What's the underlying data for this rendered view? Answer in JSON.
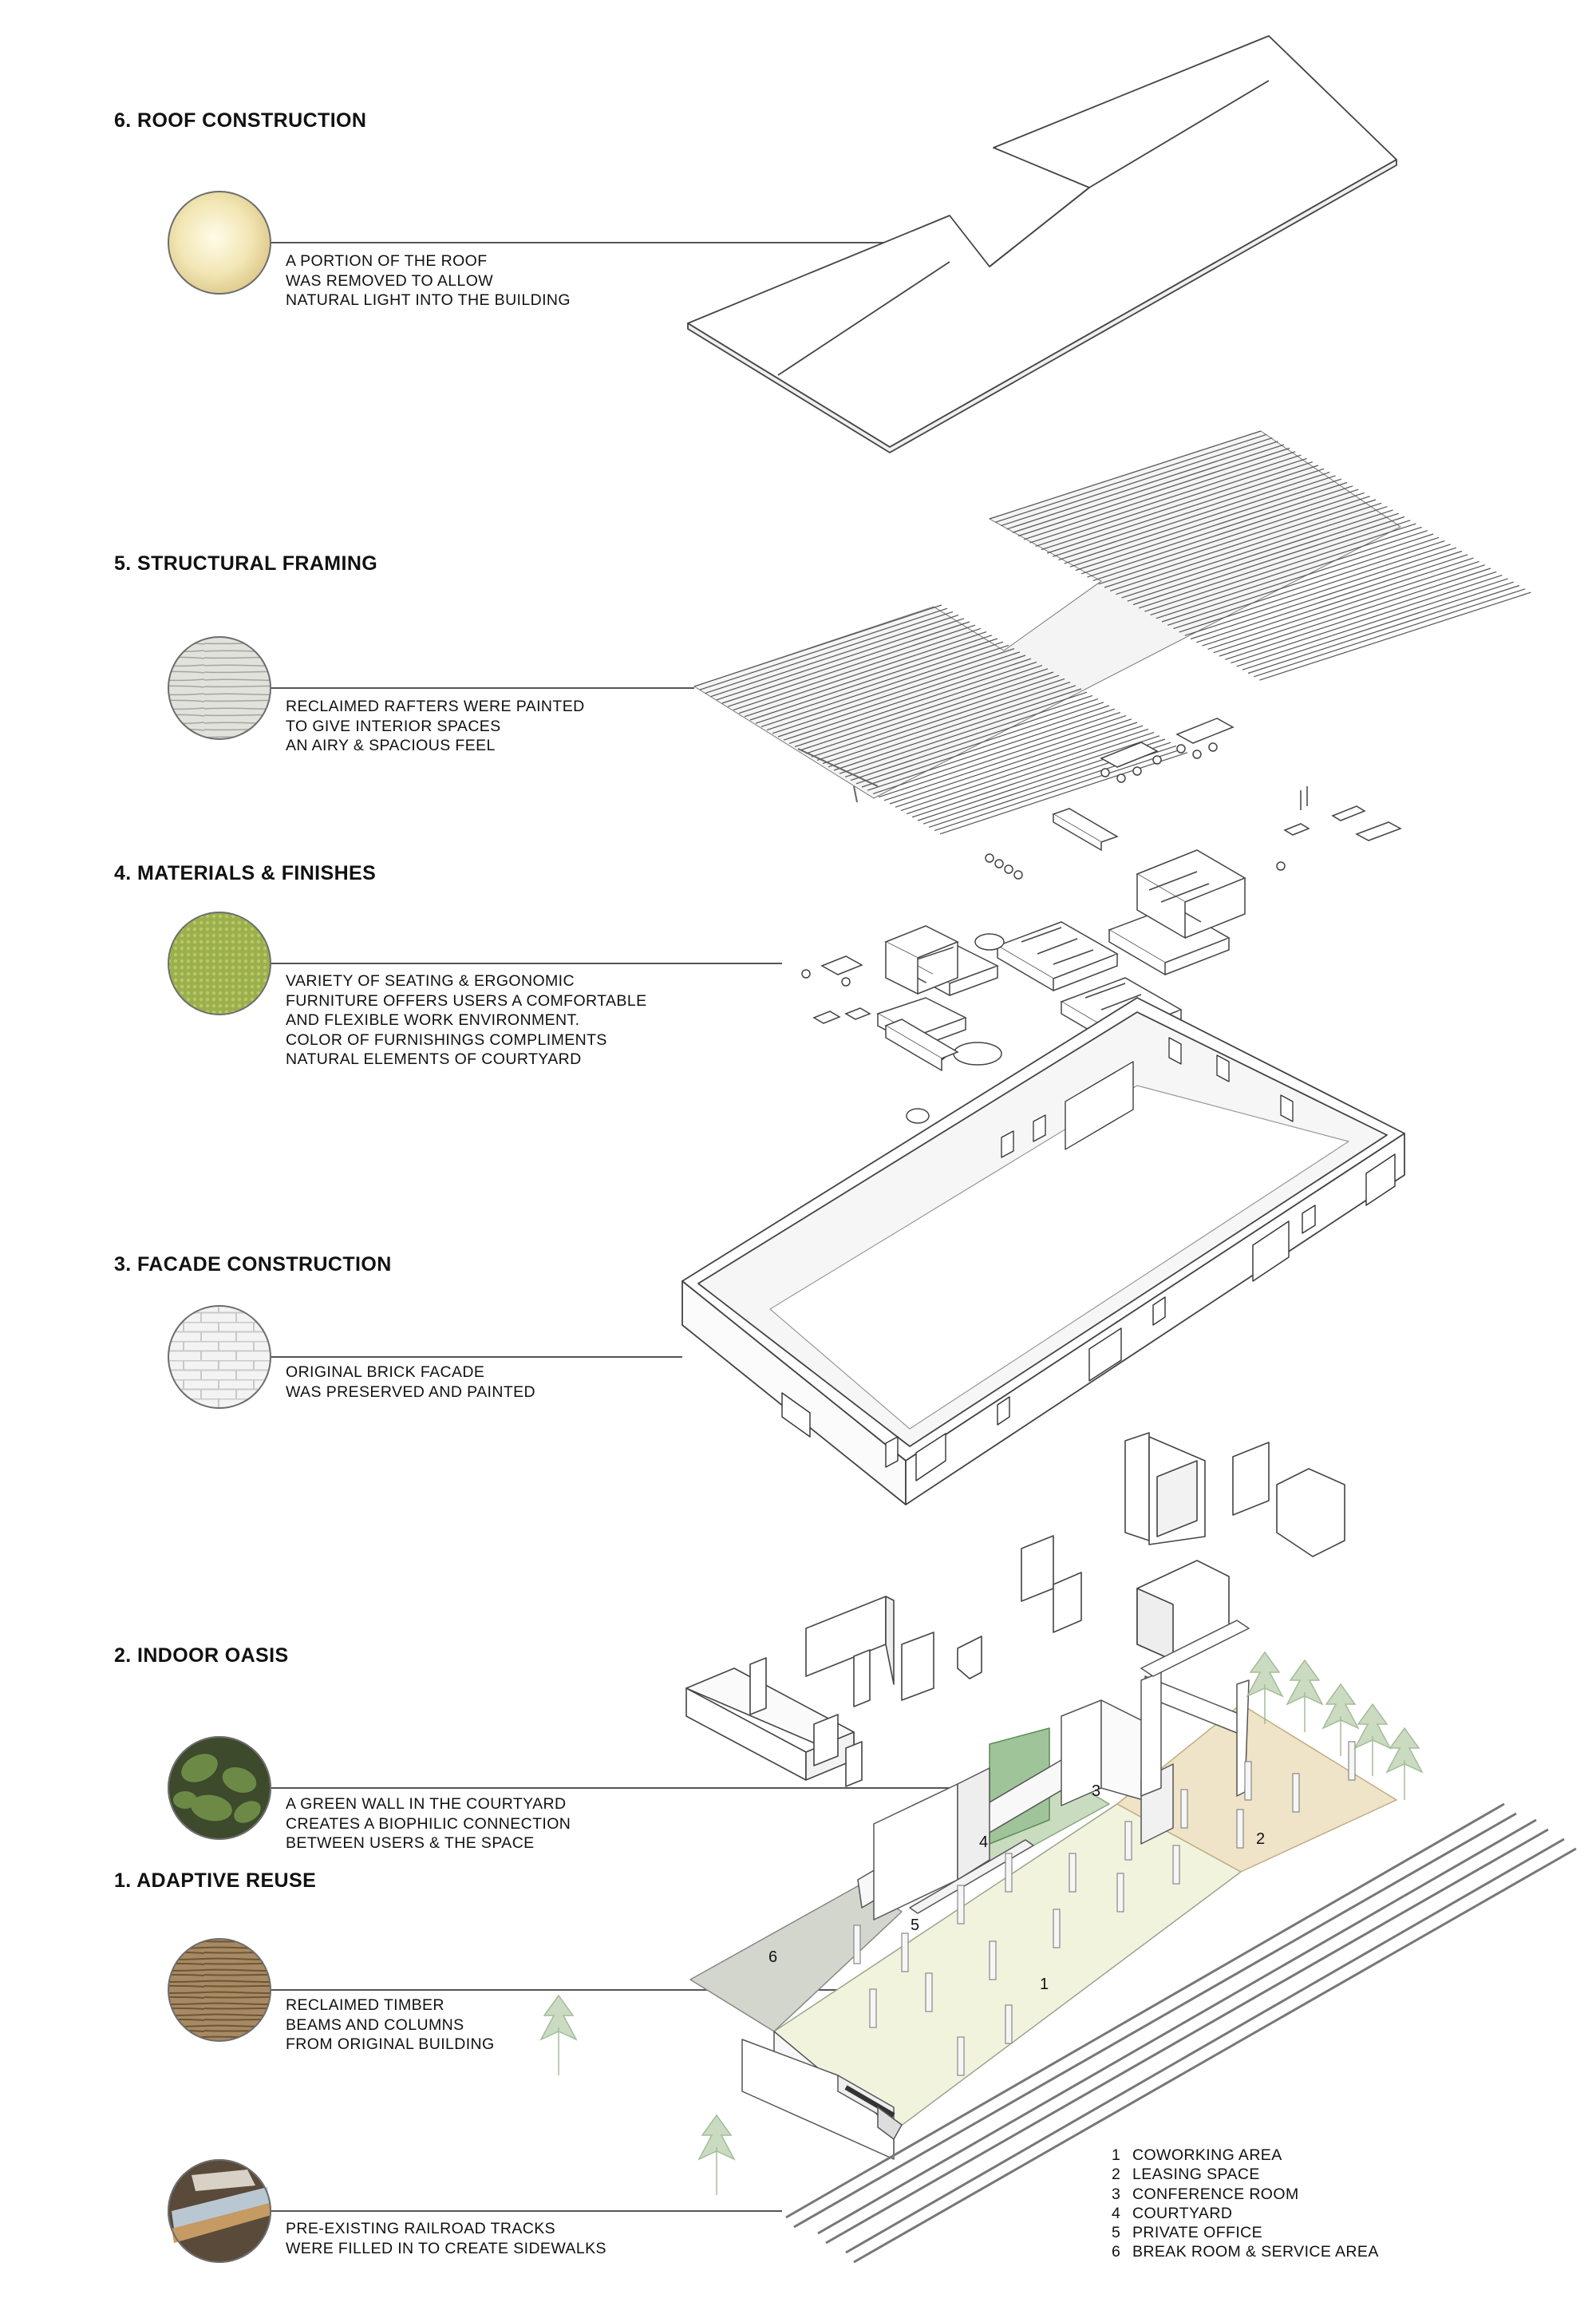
{
  "layers": [
    {
      "heading": "6. ROOF CONSTRUCTION",
      "description": "A PORTION OF THE ROOF\nWAS REMOVED TO ALLOW\nNATURAL LIGHT INTO THE BUILDING",
      "swatch": "light-material"
    },
    {
      "heading": "5. STRUCTURAL FRAMING",
      "description": "RECLAIMED RAFTERS WERE PAINTED\nTO GIVE INTERIOR SPACES\nAN AIRY & SPACIOUS FEEL",
      "swatch": "painted-wood"
    },
    {
      "heading": "4. MATERIALS & FINISHES",
      "description": "VARIETY OF SEATING & ERGONOMIC\nFURNITURE OFFERS USERS A COMFORTABLE\nAND FLEXIBLE WORK ENVIRONMENT.\nCOLOR OF FURNISHINGS COMPLIMENTS\nNATURAL ELEMENTS OF COURTYARD",
      "swatch": "green-fabric"
    },
    {
      "heading": "3. FACADE CONSTRUCTION",
      "description": "ORIGINAL BRICK FACADE\nWAS PRESERVED AND PAINTED",
      "swatch": "white-brick"
    },
    {
      "heading": "2. INDOOR OASIS",
      "description": "A GREEN WALL IN THE COURTYARD\nCREATES A BIOPHILIC CONNECTION\nBETWEEN USERS & THE SPACE",
      "swatch": "ivy-leaves"
    },
    {
      "heading": "1. ADAPTIVE REUSE",
      "description": "RECLAIMED TIMBER\nBEAMS AND COLUMNS\nFROM ORIGINAL BUILDING",
      "swatch": "timber-grain"
    },
    {
      "heading": "",
      "description": "PRE-EXISTING RAILROAD TRACKS\nWERE FILLED IN TO CREATE SIDEWALKS",
      "swatch": "rail-steel"
    }
  ],
  "legend": [
    {
      "num": "1",
      "label": "COWORKING AREA"
    },
    {
      "num": "2",
      "label": "LEASING SPACE"
    },
    {
      "num": "3",
      "label": "CONFERENCE ROOM"
    },
    {
      "num": "4",
      "label": "COURTYARD"
    },
    {
      "num": "5",
      "label": "PRIVATE OFFICE"
    },
    {
      "num": "6",
      "label": "BREAK ROOM & SERVICE AREA"
    }
  ],
  "plan_labels": [
    "1",
    "2",
    "3",
    "4",
    "5",
    "6"
  ],
  "colors": {
    "courtyard_green": "#c9dcbf",
    "green_wall": "#9fc49a",
    "leasing_tan": "#efe3c8",
    "coworking_cream": "#f1f3dd",
    "break_room_grey": "#d3d6cd",
    "line": "#555555",
    "tree_green": "#b5c9a8"
  }
}
